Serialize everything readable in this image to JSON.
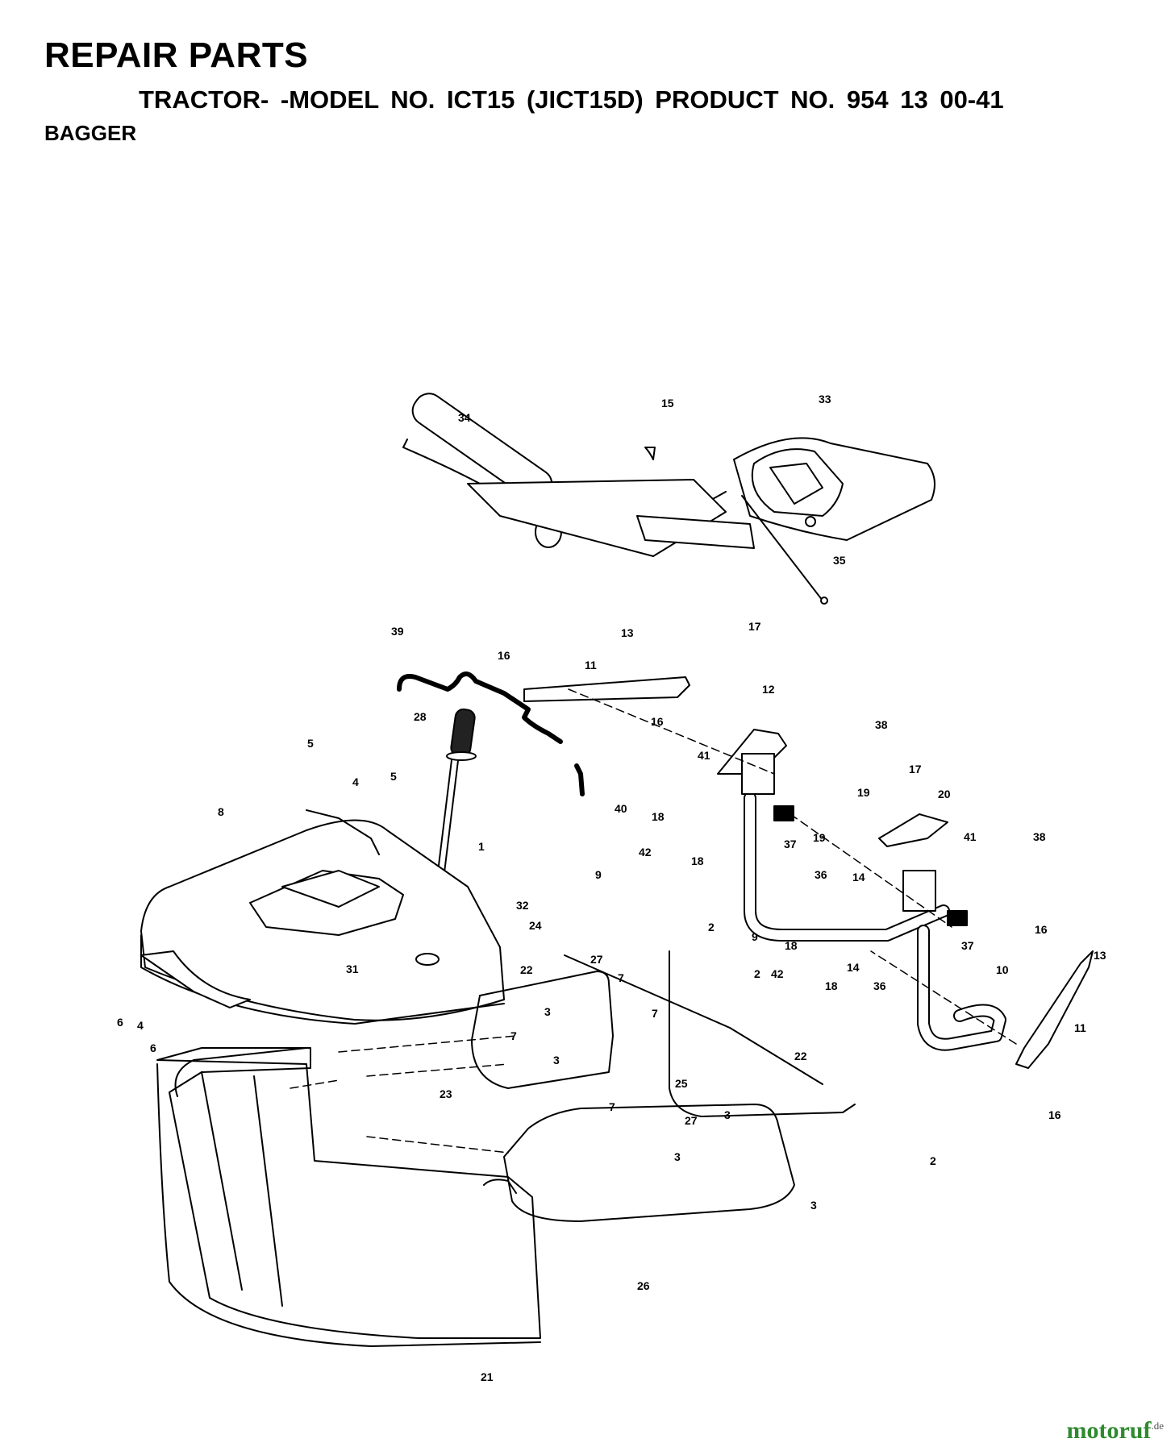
{
  "header": {
    "title": "REPAIR PARTS",
    "subtitle": "TRACTOR- -MODEL NO. ICT15 (JICT15D) PRODUCT NO. 954 13 00-41",
    "section": "BAGGER"
  },
  "logo": {
    "name": "motoruf",
    "suffix": ".de",
    "color": "#2f8a2f"
  },
  "callouts": [
    "34",
    "15",
    "33",
    "35",
    "39",
    "16",
    "13",
    "11",
    "17",
    "12",
    "28",
    "16",
    "38",
    "5",
    "4",
    "5",
    "41",
    "17",
    "19",
    "40",
    "8",
    "18",
    "1",
    "42",
    "18",
    "37",
    "19",
    "20",
    "41",
    "38",
    "9",
    "36",
    "14",
    "32",
    "24",
    "2",
    "9",
    "37",
    "16",
    "13",
    "31",
    "22",
    "27",
    "7",
    "2",
    "18",
    "42",
    "18",
    "14",
    "10",
    "6",
    "4",
    "3",
    "7",
    "36",
    "6",
    "3",
    "7",
    "11",
    "23",
    "25",
    "22",
    "16",
    "7",
    "27",
    "3",
    "3",
    "2",
    "3",
    "26",
    "21"
  ]
}
